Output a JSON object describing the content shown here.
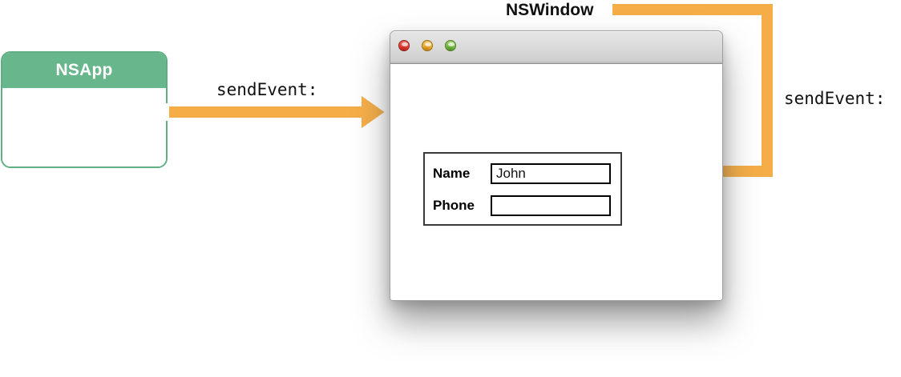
{
  "diagram": {
    "title_label": "NSWindow",
    "app_box": {
      "title": "NSApp",
      "accent_color": "#68b68c",
      "border_color": "#5fae84"
    },
    "arrows": [
      {
        "name": "nsapp-to-window-arrow",
        "label": "sendEvent:",
        "color": "#f5ae47",
        "direction": "right",
        "from": "NSApp",
        "to": "NSWindow"
      },
      {
        "name": "nswindow-to-field-arrow",
        "label": "sendEvent:",
        "color": "#f5ae47",
        "direction": "left",
        "from": "NSWindow",
        "to": "Name text field"
      }
    ],
    "window": {
      "traffic_lights": [
        {
          "name": "close-button",
          "color": "#dd3b32"
        },
        {
          "name": "minimize-button",
          "color": "#e8a72c"
        },
        {
          "name": "zoom-button",
          "color": "#74b63f"
        }
      ],
      "form": {
        "fields": [
          {
            "label": "Name",
            "value": "John",
            "placeholder": ""
          },
          {
            "label": "Phone",
            "value": "",
            "placeholder": ""
          }
        ]
      }
    }
  }
}
